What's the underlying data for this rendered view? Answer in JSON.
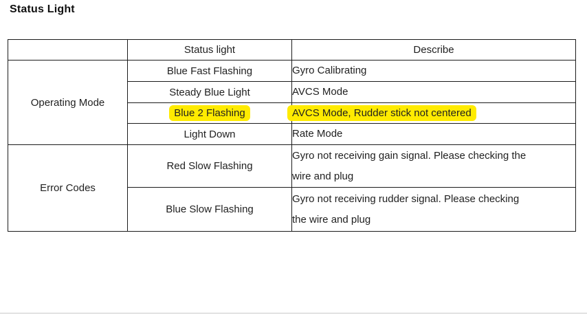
{
  "page": {
    "title": "Status Light"
  },
  "table": {
    "headers": {
      "group": "",
      "status": "Status light",
      "describe": "Describe"
    },
    "groups": [
      {
        "label": "Operating Mode",
        "rows": [
          {
            "status": "Blue Fast Flashing",
            "describe_lines": [
              "Gyro Calibrating"
            ],
            "highlight": false
          },
          {
            "status": "Steady Blue Light",
            "describe_lines": [
              "AVCS Mode"
            ],
            "highlight": false
          },
          {
            "status": "Blue 2 Flashing",
            "describe_lines": [
              "AVCS Mode, Rudder stick not centered"
            ],
            "highlight": true
          },
          {
            "status": "Light Down",
            "describe_lines": [
              "Rate Mode"
            ],
            "highlight": false
          }
        ]
      },
      {
        "label": "Error Codes",
        "rows": [
          {
            "status": "Red Slow Flashing",
            "describe_lines": [
              "Gyro not receiving gain signal. Please checking the",
              "wire and plug"
            ],
            "highlight": false
          },
          {
            "status": "Blue Slow Flashing",
            "describe_lines": [
              "Gyro not receiving rudder signal. Please checking",
              "the wire and plug"
            ],
            "highlight": false
          }
        ]
      }
    ]
  },
  "colors": {
    "highlight": "#ffeb00",
    "table_border": "#1a1a1a",
    "text": "#1f1f1f",
    "page_divider": "#c9c9c9"
  }
}
